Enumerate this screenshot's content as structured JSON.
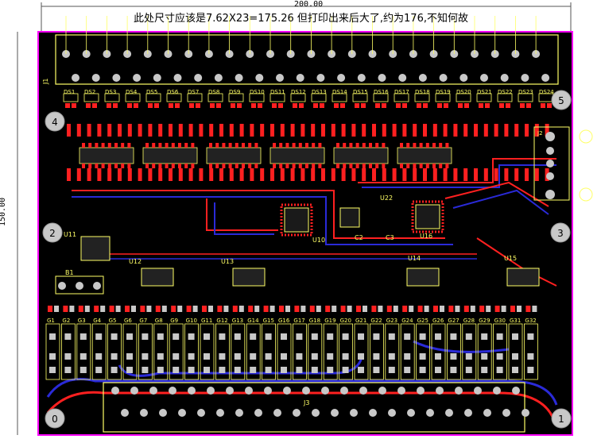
{
  "dimensions": {
    "width_label": "200.00",
    "height_label": "150.00"
  },
  "note": "此处尺寸应该是7.62X23=175.26 但打印出来后大了,约为176,不知何故",
  "mount_holes": [
    "0",
    "1",
    "2",
    "3",
    "4",
    "5"
  ],
  "top_connector": "J1",
  "bottom_connector": "J3",
  "top_leds": [
    "DS1",
    "DS2",
    "DS3",
    "DS4",
    "DS5",
    "DS6",
    "DS7",
    "DS8",
    "DS9",
    "DS10",
    "DS11",
    "DS12",
    "DS13",
    "DS14",
    "DS15",
    "DS16",
    "DS17",
    "DS18",
    "DS19",
    "DS20",
    "DS21",
    "DS22",
    "DS23",
    "DS24"
  ],
  "bottom_relays": [
    "G1",
    "G2",
    "G3",
    "G4",
    "G5",
    "G6",
    "G7",
    "G8",
    "G9",
    "G10",
    "G11",
    "G12",
    "G13",
    "G14",
    "G15",
    "G16",
    "G17",
    "G18",
    "G19",
    "G20",
    "G21",
    "G22",
    "G23",
    "G24",
    "G25",
    "G26",
    "G27",
    "G28",
    "G29",
    "G30",
    "G31",
    "G32"
  ],
  "chips": {
    "u10": "U10",
    "u11": "U11",
    "u12": "U12",
    "u13": "U13",
    "u14": "U14",
    "u15": "U15",
    "u16": "U16",
    "u22": "U22",
    "c2": "C2",
    "c3": "C3",
    "j2": "J2",
    "b1": "B1"
  },
  "colors": {
    "board": "#000000",
    "top_copper": "#ff2020",
    "bottom_copper": "#2a2ad8",
    "pad": "#c8c8c8",
    "silk": "#ffff66",
    "outline": "#ff00ff"
  }
}
